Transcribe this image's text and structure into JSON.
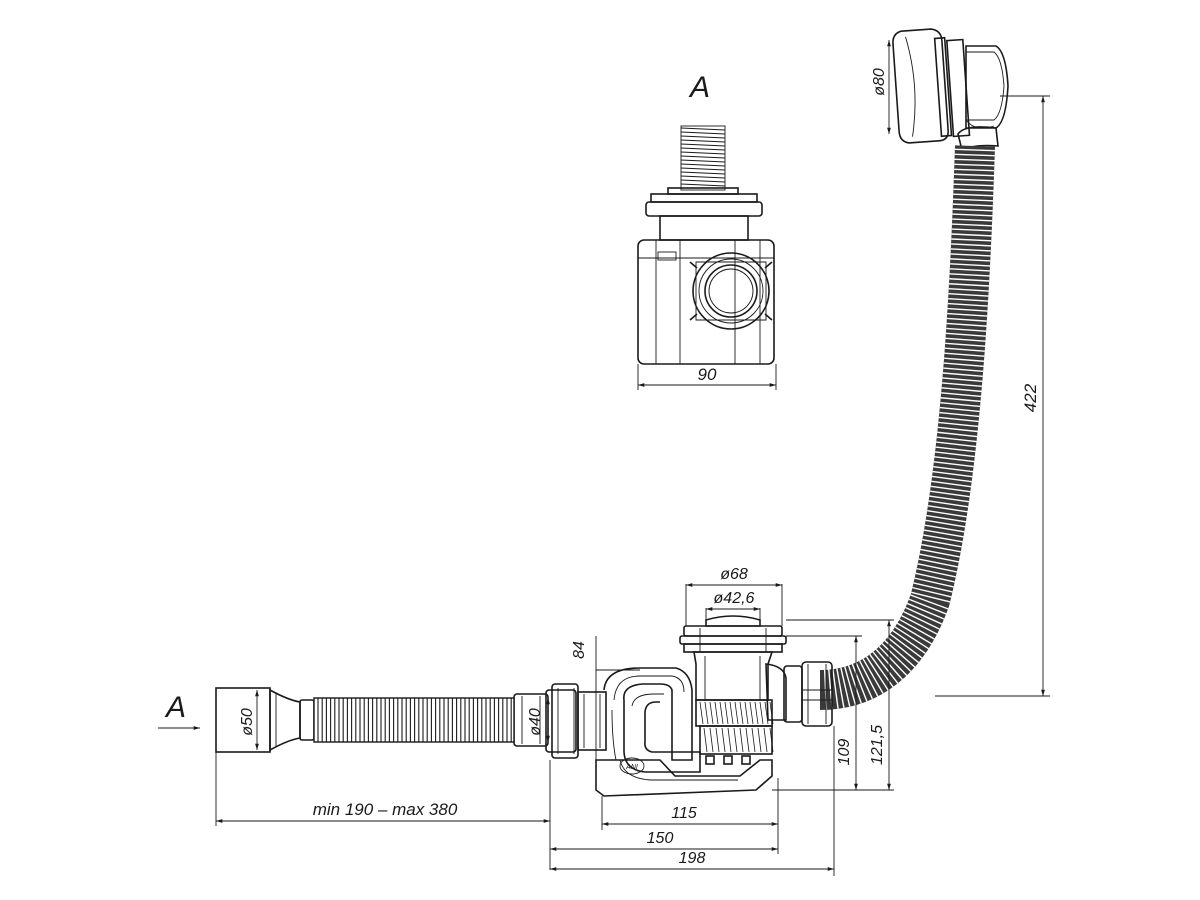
{
  "view_marker": {
    "letter_top": "A",
    "letter_side": "A"
  },
  "dimensions": {
    "top_view_width": "90",
    "overflow_diameter": "ø80",
    "overflow_height": "422",
    "cap_outer_diameter": "ø68",
    "cap_inner_diameter": "ø42,6",
    "inlet_height": "84",
    "outlet_diameter": "ø50",
    "inlet_diameter": "ø40",
    "hose_length": "min 190 – max 380",
    "base_length": "115",
    "length_mid": "150",
    "length_total": "198",
    "height_body": "109",
    "height_outlet": "121,5"
  },
  "colors": {
    "line": "#1a1a1a",
    "hose": "#3a3a3a",
    "background": "#ffffff"
  }
}
